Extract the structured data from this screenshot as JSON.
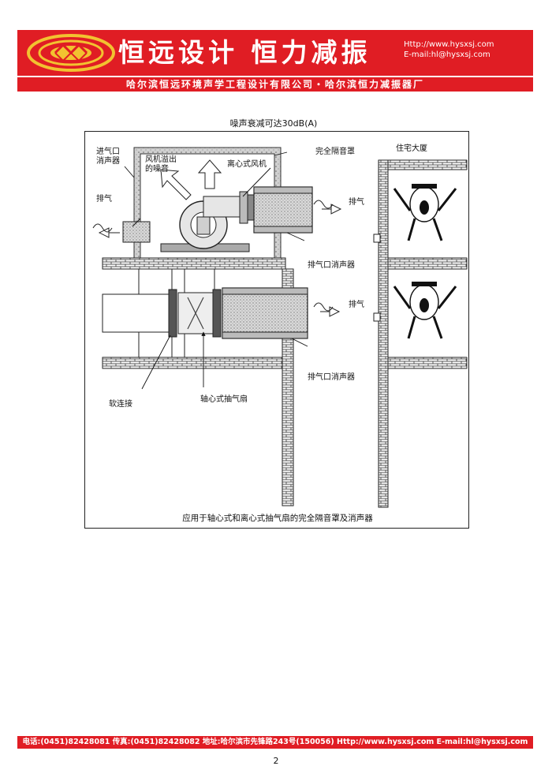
{
  "header": {
    "brand": "恒远设计 恒力减振",
    "url": "Http://www.hysxsj.com",
    "email": "E-mail:hl@hysxsj.com",
    "company": "哈尔滨恒远环境声学工程设计有限公司・哈尔滨恒力减振器厂",
    "logo_icon": "hy-logo-icon"
  },
  "figure": {
    "title": "噪声衰减可达30dB(A)",
    "caption": "应用于轴心式和离心式抽气扇的完全隔音罩及消声器",
    "labels": {
      "inlet_silencer": "进气口\n消声器",
      "fan_noise": "风机溢出\n的噪音",
      "centrifugal_fan": "离心式风机",
      "enclosure": "完全隔音罩",
      "residential": "住宅大厦",
      "exhaust_left": "排气",
      "exhaust_right_top": "排气",
      "exhaust_right_bottom": "排气",
      "outlet_silencer_top": "排气口消声器",
      "outlet_silencer_bottom": "排气口消声器",
      "flexible_joint": "软连接",
      "axial_fan": "轴心式抽气扇"
    }
  },
  "footer": {
    "text": "电话:(0451)82428081 传真:(0451)82428082 地址:哈尔滨市先锋路243号(150056) Http://www.hysxsj.com E-mail:hl@hysxsj.com"
  },
  "page_number": "2",
  "colors": {
    "brand_red": "#e01d24",
    "logo_yellow": "#f2c230"
  }
}
